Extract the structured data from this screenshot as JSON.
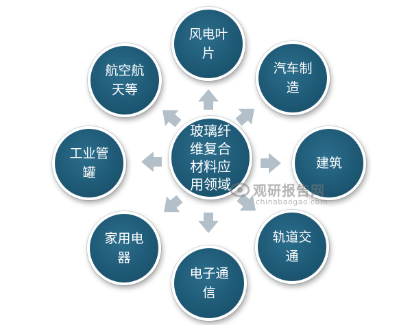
{
  "diagram": {
    "center": "玻璃纤维复合材料应用领域",
    "nodes": {
      "wind_blade": "风电叶片",
      "auto": "汽车制造",
      "construction": "建筑",
      "rail": "轨道交通",
      "electronics": "电子通信",
      "appliances": "家用电器",
      "pipes": "工业管罐",
      "aerospace": "航空航天等"
    },
    "colors": {
      "node_fill": "#1d5874",
      "arrow": "#b3c0c9",
      "node_text": "#ffffff"
    }
  },
  "watermark": {
    "title": "观研报告网",
    "url": "chinabaogao.com"
  }
}
